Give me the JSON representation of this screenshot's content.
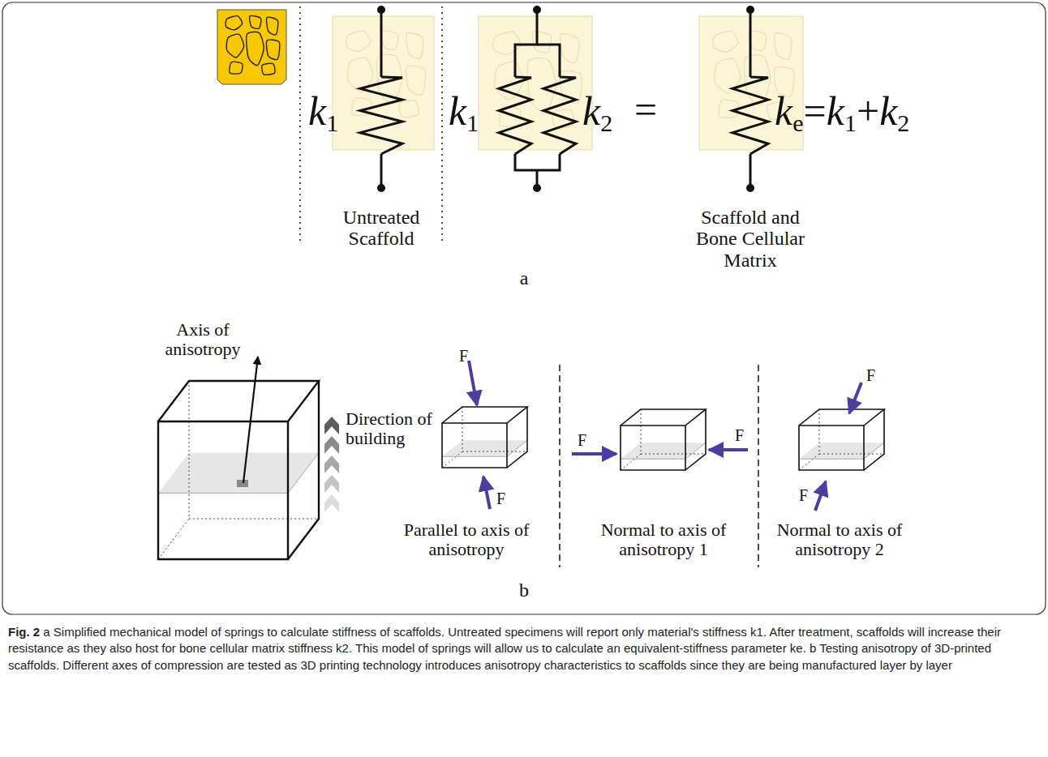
{
  "diagram": {
    "caption": "Fig. 2 a Simplified mechanical model of springs to calculate stiffness of scaffolds. Untreated specimens will report only material's stiffness k1. After treatment, scaffolds will increase their resistance as they also host for bone cellular matrix stiffness k2. This model of springs will allow us to calculate an equivalent-stiffness parameter ke. b Testing anisotropy of 3D-printed scaffolds. Different axes of compression are tested as 3D printing technology introduces anisotropy characteristics to scaffolds since they are being manufactured layer by layer",
    "labels": [
      "k1",
      "Untreated Scaffold",
      "k1",
      "k2",
      "=",
      "ke=k1+k2",
      "Scaffold and Bone Cellular Matrix",
      "a",
      "Axis of anisotropy",
      "Direction of building",
      "F",
      "F",
      "F",
      "F",
      "F",
      "F",
      "Parallel to axis of anisotropy",
      "Normal to axis of anisotropy 1",
      "Normal to axis of anisotropy 2",
      "b"
    ]
  }
}
